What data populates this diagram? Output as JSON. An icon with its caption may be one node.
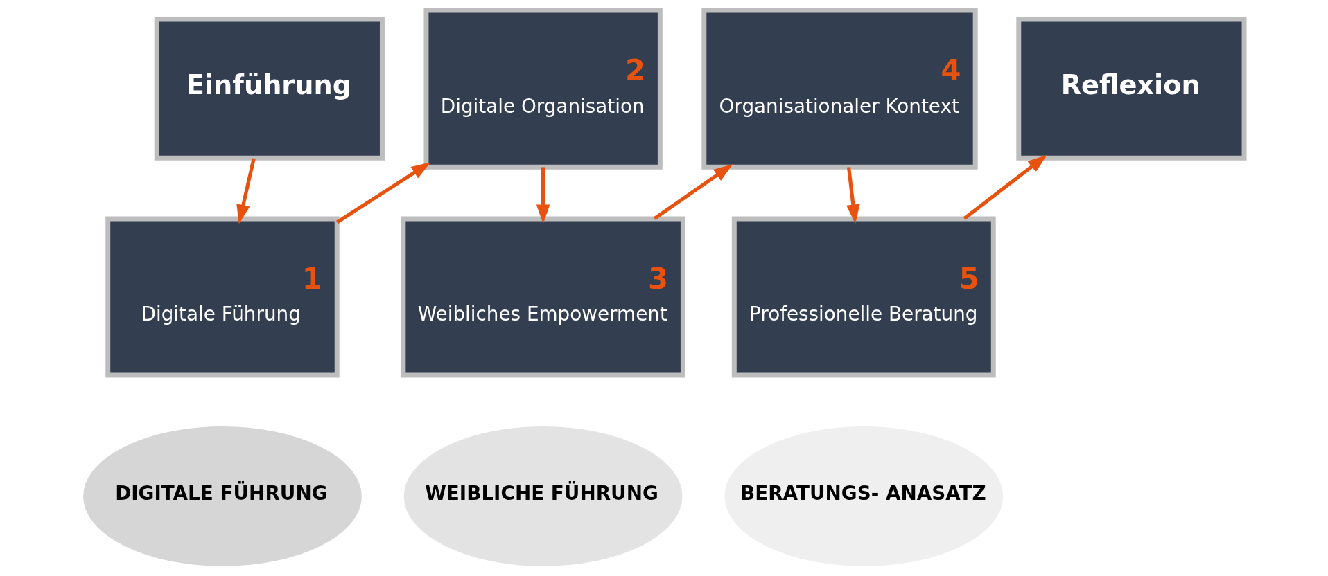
{
  "diagram": {
    "nodes": [
      {
        "text": [
          "Einführung"
        ]
      },
      {
        "text": [
          "1",
          "Digitale Führung"
        ]
      },
      {
        "text": [
          "2",
          "Digitale Organisation"
        ]
      },
      {
        "text": [
          "3",
          "Weibliches Empowerment"
        ]
      },
      {
        "text": [
          "4",
          "Organisationaler Kontext"
        ]
      },
      {
        "text": [
          "5",
          "Professionelle Beratung"
        ]
      },
      {
        "text": [
          "Reflexion"
        ]
      },
      {
        "text": [
          "DIGITALE FÜHRUNG"
        ]
      },
      {
        "text": [
          "WEIBLICHE FÜHRUNG"
        ]
      },
      {
        "text": [
          "BERATUNGS- ANASATZ"
        ]
      }
    ],
    "edges": [
      {
        "from": 0,
        "to": 1,
        "arrow": "to"
      },
      {
        "from": 1,
        "to": 2,
        "arrow": "to"
      },
      {
        "from": 2,
        "to": 3,
        "arrow": "to"
      },
      {
        "from": 3,
        "to": 4,
        "arrow": "to"
      },
      {
        "from": 4,
        "to": 5,
        "arrow": "to"
      },
      {
        "from": 5,
        "to": 6,
        "arrow": "to"
      }
    ]
  }
}
